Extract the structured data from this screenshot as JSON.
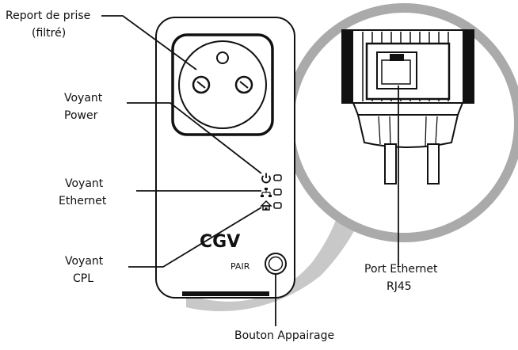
{
  "labels": {
    "report_de_prise_line1": "Report de prise",
    "report_de_prise_line2": "(filtré)",
    "voyant_power_line1": "Voyant",
    "voyant_power_line2": "Power",
    "voyant_ethernet_line1": "Voyant",
    "voyant_ethernet_line2": "Ethernet",
    "voyant_cpl_line1": "Voyant",
    "voyant_cpl_line2": "CPL",
    "port_ethernet_line1": "Port Ethernet",
    "port_ethernet_line2": "RJ45",
    "bouton_appairage": "Bouton Appairage"
  },
  "device": {
    "brand_logo": "CGV",
    "pair_button_label": "PAIR"
  },
  "icons": {
    "power": "power-icon",
    "ethernet": "ethernet-icon",
    "home_plc": "home-plc-icon"
  }
}
